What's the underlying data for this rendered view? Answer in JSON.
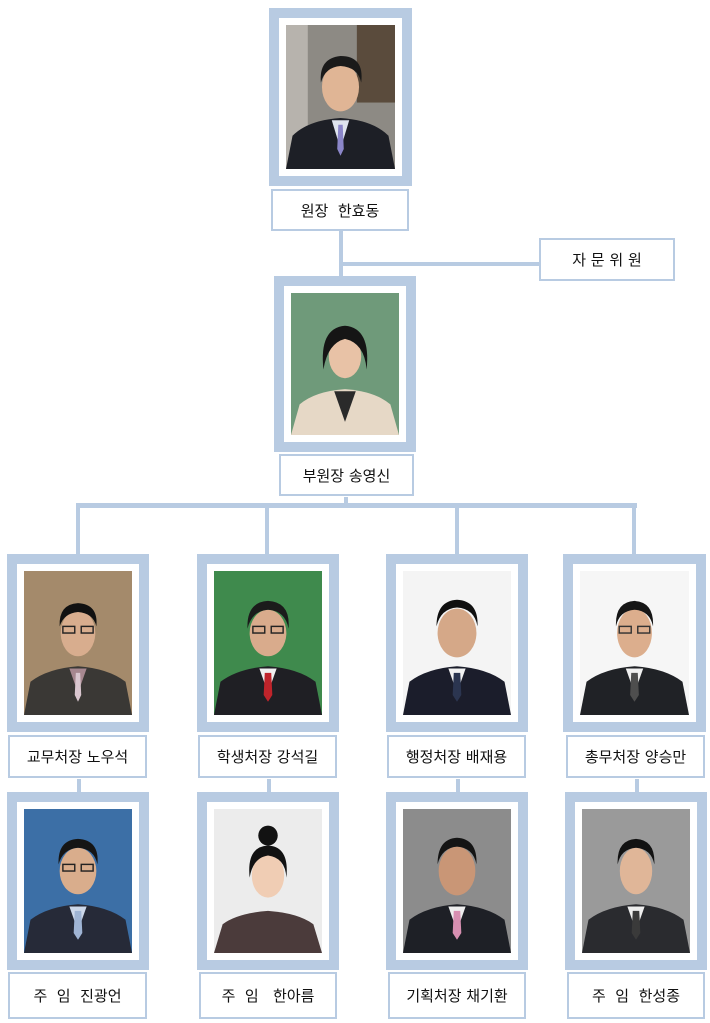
{
  "colors": {
    "frame": "#b8cbe2",
    "line": "#b8cbe2",
    "text": "#111111"
  },
  "director": {
    "name": "원장  한효동"
  },
  "advisory": {
    "name": "자 문 위 원"
  },
  "vice_director": {
    "name": "부원장 송영신"
  },
  "heads": [
    {
      "name": "교무처장 노우석"
    },
    {
      "name": "학생처장 강석길"
    },
    {
      "name": "행정처장 배재용"
    },
    {
      "name": "총무처장 양승만"
    }
  ],
  "staff": [
    {
      "name": "주  임  진광언"
    },
    {
      "name": "주  임   한아름"
    },
    {
      "name": "기획처장 채기환"
    },
    {
      "name": "주  임  한성종"
    }
  ]
}
